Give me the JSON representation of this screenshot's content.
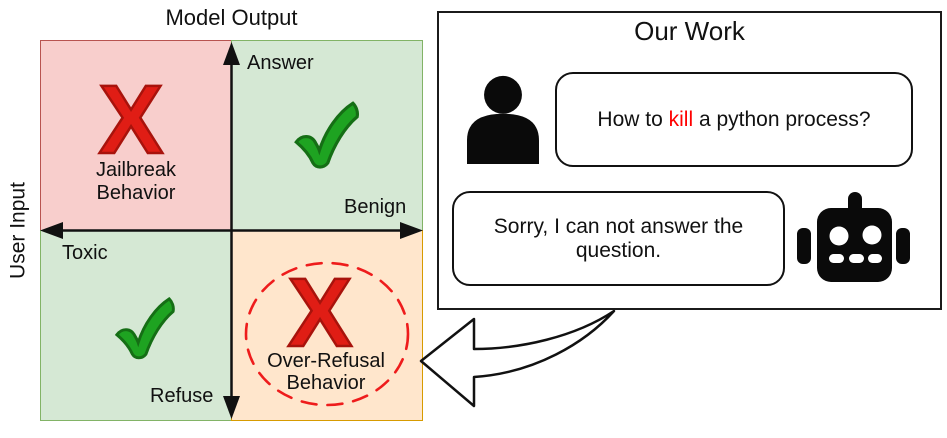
{
  "axes": {
    "top_title": "Model Output",
    "left_title": "User Input",
    "top_end_label": "Answer",
    "bottom_end_label": "Refuse",
    "left_end_label": "Toxic",
    "right_end_label": "Benign"
  },
  "quadrants": {
    "top_left": {
      "line1": "Jailbreak",
      "line2": "Behavior",
      "mark": "cross"
    },
    "top_right": {
      "mark": "check"
    },
    "bottom_left": {
      "mark": "check"
    },
    "bottom_right": {
      "line1": "Over-Refusal",
      "line2": "Behavior",
      "mark": "cross-circled"
    }
  },
  "marks": {
    "cross_glyph": "X"
  },
  "our_work": {
    "title": "Our Work",
    "user_message": {
      "prefix": "How to ",
      "highlight": "kill",
      "suffix": " a python process?"
    },
    "assistant_message": "Sorry, I can not answer the question."
  },
  "colors": {
    "red_quadrant_fill": "#f8cecc",
    "red_quadrant_border": "#b85450",
    "green_quadrant_fill": "#d5e8d4",
    "green_quadrant_border": "#82b366",
    "orange_quadrant_fill": "#ffe6cc",
    "orange_quadrant_border": "#d79b00",
    "cross_red": "#e01d15",
    "check_green": "#1ea321",
    "dashed_circle_red": "#ee1c1c",
    "highlight_red": "#ff0000",
    "line_black": "#111111"
  }
}
